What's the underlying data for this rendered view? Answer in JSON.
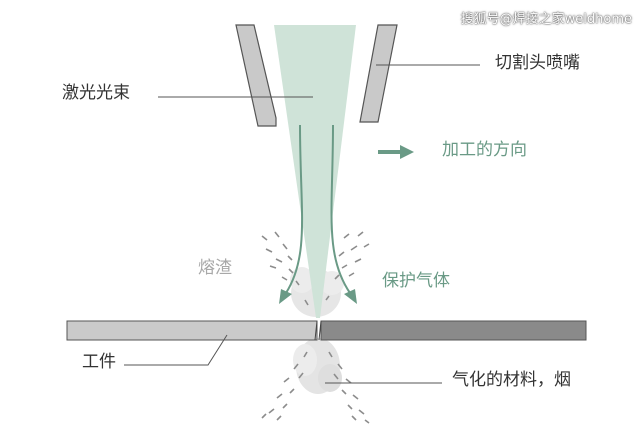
{
  "labels": {
    "laser_beam": "激光光束",
    "nozzle": "切割头喷嘴",
    "cutting_direction": "加工的方向",
    "slag": "熔渣",
    "shielding_gas": "保护气体",
    "workpiece": "工件",
    "vapor_smoke": "气化的材料，烟"
  },
  "watermark": "搜狐号@焊接之家weldhome",
  "colors": {
    "beam_fill": "#cfe3d8",
    "arrow_green": "#6a9a86",
    "nozzle_fill": "#c9c9c9",
    "workpiece_left": "#cacaca",
    "workpiece_right": "#8a8a8a",
    "leader_line": "#555555"
  }
}
